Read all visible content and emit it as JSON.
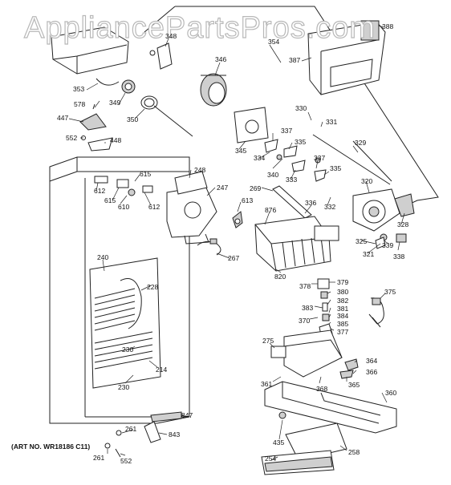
{
  "watermark": "AppliancePartsPros.com",
  "art_no": "(ART NO. WR18186 C11)",
  "part_numbers": {
    "p354": "354",
    "p348": "348",
    "p346": "346",
    "p388": "388",
    "p387": "387",
    "p353": "353",
    "p349": "349",
    "p578": "578",
    "p350": "350",
    "p447": "447",
    "p552a": "552",
    "p448": "448",
    "p330": "330",
    "p331": "331",
    "p345": "345",
    "p337a": "337",
    "p334": "334",
    "p335a": "335",
    "p329": "329",
    "p340": "340",
    "p333": "333",
    "p337b": "337",
    "p335b": "335",
    "p612a": "612",
    "p615a": "615",
    "p615b": "615",
    "p610": "610",
    "p612b": "612",
    "p248": "248",
    "p247": "247",
    "p269": "269",
    "p336": "336",
    "p332": "332",
    "p320": "320",
    "p613": "613",
    "p876": "876",
    "p328": "328",
    "p325": "325",
    "p339": "339",
    "p321": "321",
    "p338": "338",
    "p267": "267",
    "p240": "240",
    "p820": "820",
    "p378": "378",
    "p379": "379",
    "p228": "228",
    "p375": "375",
    "p380": "380",
    "p382": "382",
    "p383": "383",
    "p381": "381",
    "p384": "384",
    "p370": "370",
    "p385": "385",
    "p377": "377",
    "p275": "275",
    "p230a": "230",
    "p364": "364",
    "p214": "214",
    "p366": "366",
    "p361": "361",
    "p230b": "230",
    "p368": "368",
    "p365": "365",
    "p360": "360",
    "p847": "847",
    "p261a": "261",
    "p843": "843",
    "p435": "435",
    "p258": "258",
    "p261b": "261",
    "p552b": "552",
    "p254": "254"
  }
}
